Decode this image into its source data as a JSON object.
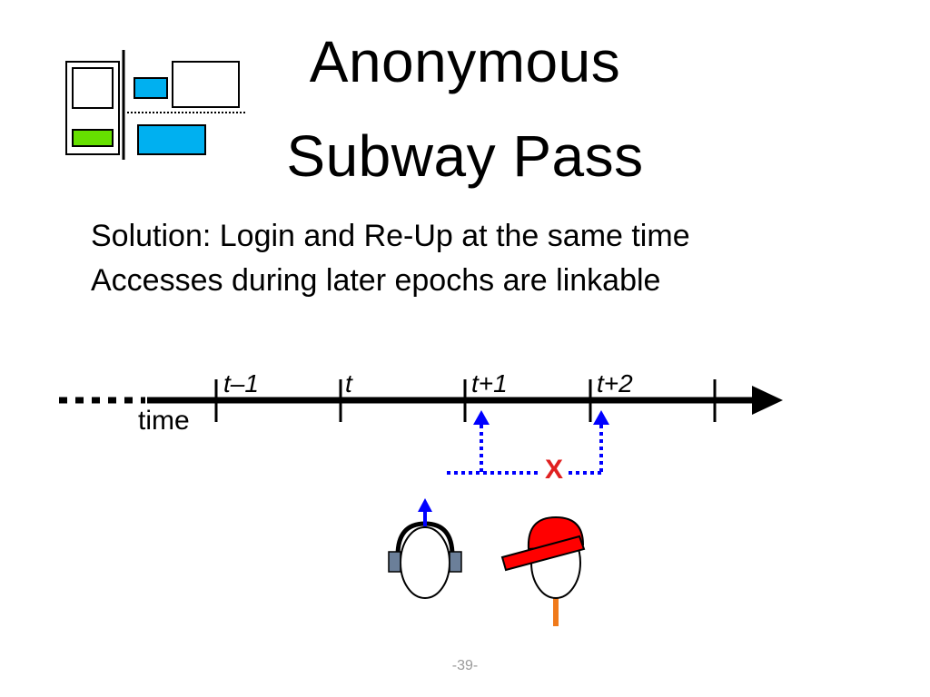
{
  "slide": {
    "title_line1": "Anonymous",
    "title_line2": "Subway Pass",
    "bullets": [
      "Solution: Login and Re-Up at the same time",
      "Accesses during later epochs are linkable"
    ],
    "page_number": "-39-"
  },
  "timeline": {
    "axis_label": "time",
    "ticks": [
      "t–1",
      "t",
      "t+1",
      "t+2"
    ],
    "not_linkable_mark": "X"
  },
  "colors": {
    "blue": "#0000ff",
    "cyan": "#00b0f0",
    "green": "#66e000",
    "red": "#ff0000",
    "orange": "#f07a1a",
    "gray_earmuff": "#6b7f99"
  }
}
